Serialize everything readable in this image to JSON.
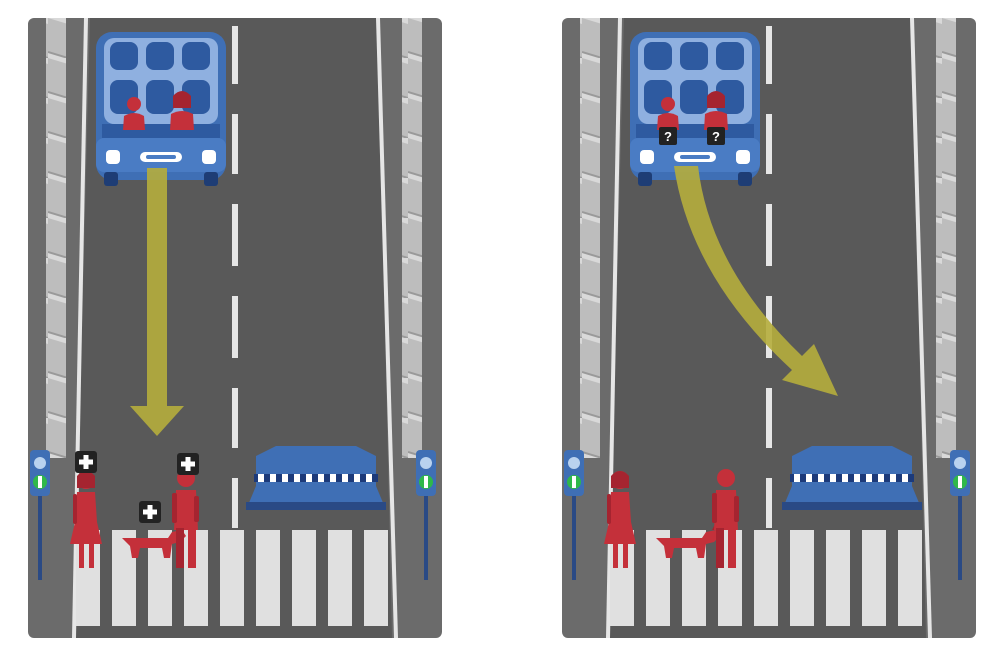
{
  "scenes": [
    {
      "id": "stay",
      "car_passengers": [
        "woman",
        "girl"
      ],
      "passenger_marker": "",
      "pedestrian_marker": "plus-icon",
      "pedestrians": [
        "woman",
        "dog",
        "man"
      ],
      "car_path": "straight",
      "barrier": "concrete-barrier"
    },
    {
      "id": "swerve",
      "car_passengers": [
        "woman",
        "girl"
      ],
      "passenger_marker": "?",
      "pedestrian_marker": "",
      "pedestrians": [
        "woman",
        "dog",
        "man"
      ],
      "car_path": "swerve-left-to-right",
      "barrier": "concrete-barrier"
    }
  ],
  "colors": {
    "road": "#5a5a5a",
    "shoulder": "#787878",
    "car": "#3f6fb5",
    "arrow": "#b5ad3c",
    "pedestrian": "#c4303a",
    "barrier": "#3f6fb5"
  }
}
